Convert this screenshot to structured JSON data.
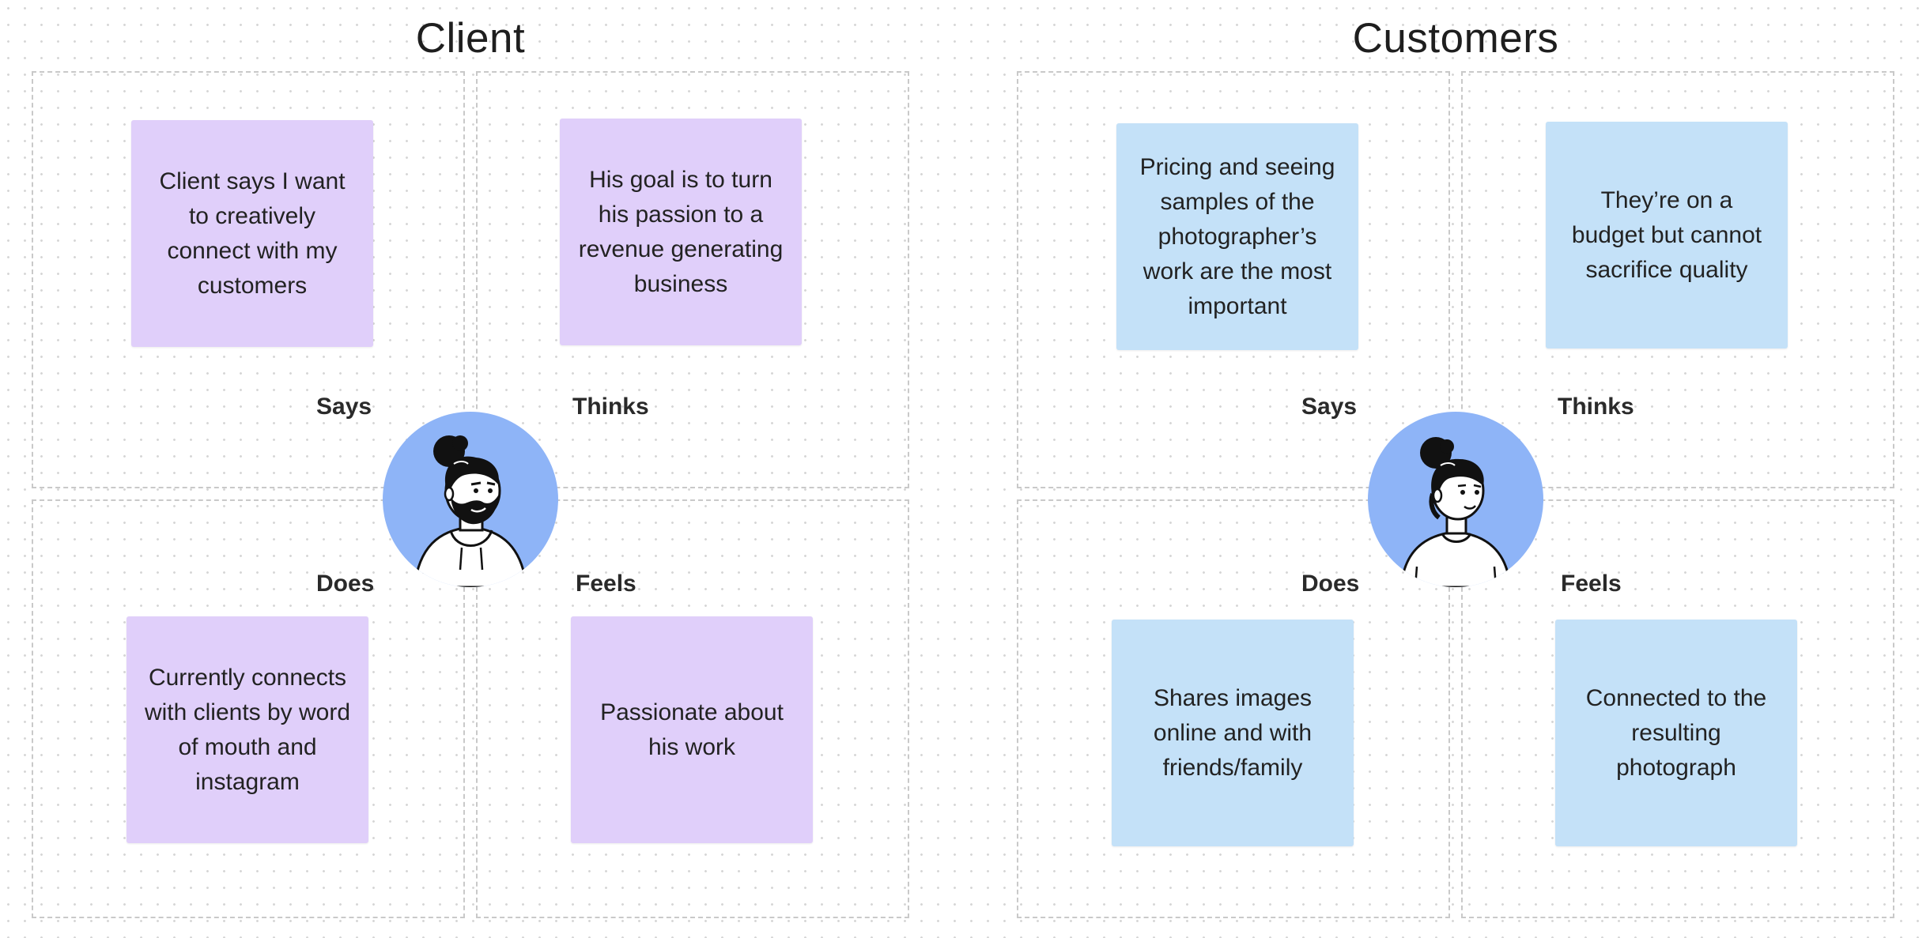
{
  "boards": [
    {
      "title": "Client",
      "labels": {
        "says": "Says",
        "thinks": "Thinks",
        "does": "Does",
        "feels": "Feels"
      },
      "notes": {
        "says": "Client says I want to creatively connect with my customers",
        "thinks": "His goal is to turn his passion to a revenue generating business",
        "does": "Currently connects with clients by word of mouth and instagram",
        "feels": "Passionate about his work"
      },
      "note_color": "#e0cffa",
      "avatar": "bearded-man-avatar-icon"
    },
    {
      "title": "Customers",
      "labels": {
        "says": "Says",
        "thinks": "Thinks",
        "does": "Does",
        "feels": "Feels"
      },
      "notes": {
        "says": "Pricing and seeing samples of the photographer’s work are the most important",
        "thinks": "They’re on a budget but cannot sacrifice quality",
        "does": "Shares images online and with friends/family",
        "feels": "Connected to the resulting photograph"
      },
      "note_color": "#c4e1f8",
      "avatar": "woman-avatar-icon"
    }
  ],
  "colors": {
    "avatar_bg": "#8eb4f7",
    "quadrant_border": "#c9c9c9"
  }
}
